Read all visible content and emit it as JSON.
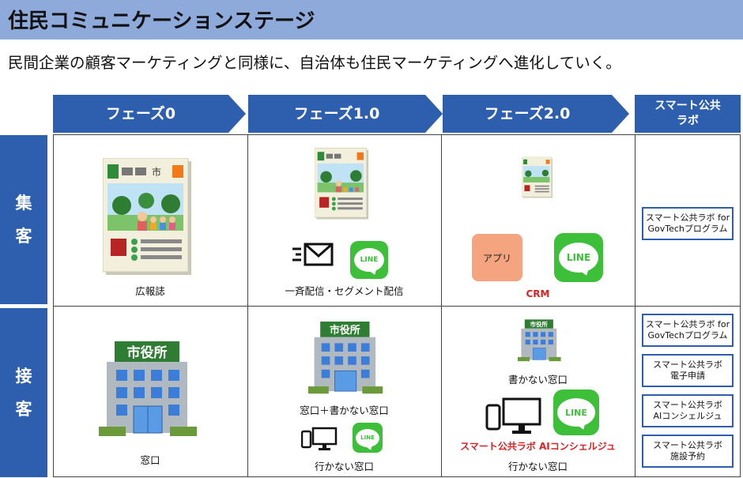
{
  "title": "住民コミュニケーションステージ",
  "subtitle": "民間企業の顧客マーケティングと同様に、自治体も住民マーケティングへ進化していく。",
  "phases": [
    {
      "label": "フェーズ0"
    },
    {
      "label": "フェーズ1.0"
    },
    {
      "label": "フェーズ2.0"
    }
  ],
  "lab_header": {
    "line1": "スマート公共",
    "line2": "ラボ"
  },
  "rows": {
    "shukyaku": {
      "char1": "集",
      "char2": "客"
    },
    "sekkyaku": {
      "char1": "接",
      "char2": "客"
    }
  },
  "cells": {
    "p0_shukyaku_caption": "広報誌",
    "p1_shukyaku_caption": "一斉配信・セグメント配信",
    "p2_shukyaku_app": "アプリ",
    "p2_shukyaku_crm": "CRM",
    "p0_sekkyaku_caption": "窓口",
    "p1_sekkyaku_caption1": "窓口＋書かない窓口",
    "p1_sekkyaku_caption2": "行かない窓口",
    "p2_sekkyaku_caption1": "書かない窓口",
    "p2_sekkyaku_red": "スマート公共ラボ  AIコンシェルジュ",
    "p2_sekkyaku_caption2": "行かない窓口"
  },
  "line_label": "LINE",
  "city_hall_sign": "市役所",
  "magazine_city": "市",
  "lab_boxes": {
    "shukyaku": [
      {
        "line1": "スマート公共ラボ for",
        "line2": "GovTechプログラム"
      }
    ],
    "sekkyaku": [
      {
        "line1": "スマート公共ラボ for",
        "line2": "GovTechプログラム"
      },
      {
        "line1": "スマート公共ラボ",
        "line2": "電子申請"
      },
      {
        "line1": "スマート公共ラボ",
        "line2": "AIコンシェルジュ"
      },
      {
        "line1": "スマート公共ラボ",
        "line2": "施設予約"
      }
    ]
  },
  "colors": {
    "title_bg": "#8eaadb",
    "header_blue": "#2e5fae",
    "line_green": "#3dbf3a",
    "accent_red": "#e02020",
    "app_orange": "#f4a47e"
  }
}
